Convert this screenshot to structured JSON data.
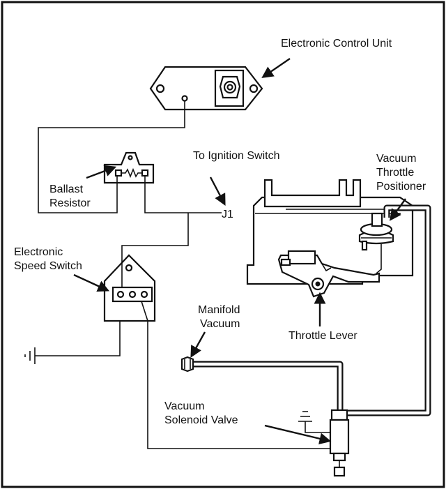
{
  "labels": {
    "ecu": "Electronic Control Unit",
    "ignition": "To Ignition Switch",
    "ballast_line1": "Ballast",
    "ballast_line2": "Resistor",
    "j1": "J1",
    "speed_switch_line1": "Electronic",
    "speed_switch_line2": "Speed Switch",
    "positioner_line1": "Vacuum",
    "positioner_line2": "Throttle",
    "positioner_line3": "Positioner",
    "manifold_line1": "Manifold",
    "manifold_line2": "Vacuum",
    "throttle_lever": "Throttle Lever",
    "solenoid_line1": "Vacuum",
    "solenoid_line2": "Solenoid Valve"
  },
  "colors": {
    "ink": "#111111",
    "paper": "#ffffff"
  }
}
